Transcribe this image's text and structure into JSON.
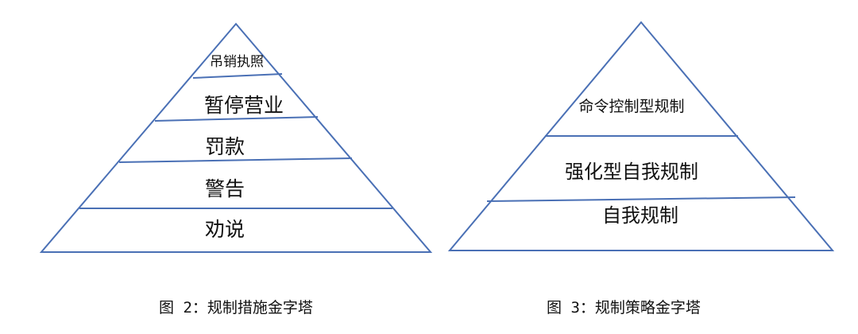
{
  "figures": [
    {
      "caption": "图 2：规制措施金字塔",
      "layers": [
        "吊销执照",
        "暂停营业",
        "罚款",
        "警告",
        "劝说"
      ]
    },
    {
      "caption": "图 3：规制策略金字塔",
      "layers": [
        "命令控制型规制",
        "强化型自我规制",
        "自我规制"
      ]
    }
  ],
  "colors": {
    "outline": "#4a70b5",
    "text": "#111111"
  }
}
